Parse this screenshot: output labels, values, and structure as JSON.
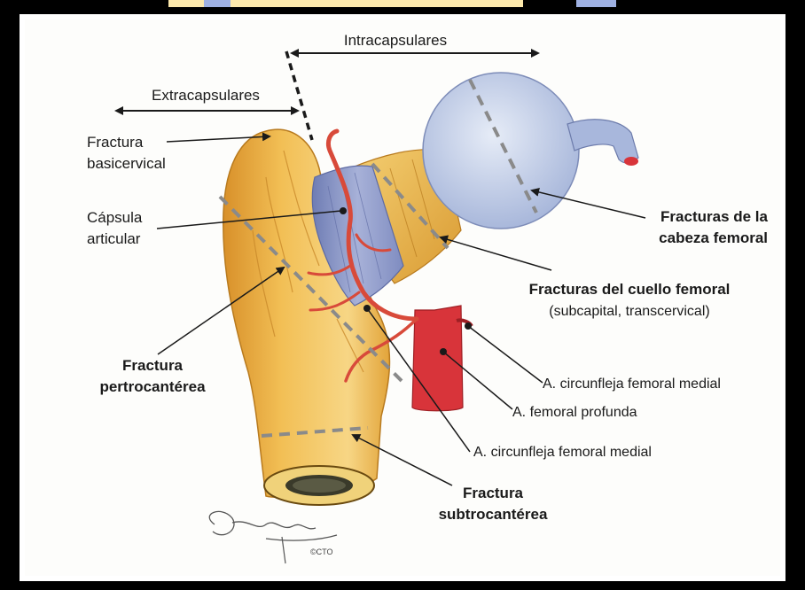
{
  "colors": {
    "frame": "#000000",
    "paper": "#fdfdfb",
    "bone_light": "#f7d27a",
    "bone_mid": "#efb548",
    "bone_dark": "#d68f25",
    "capsule": "#8f9ac8",
    "head": "#c9d3ea",
    "artery": "#d8343a",
    "dash": "#8a8a8a",
    "text": "#1a1a1a",
    "top_strip_yellow": "#fde9ac",
    "top_strip_blue": "#9fb1e2"
  },
  "ranges": {
    "intracapsular": "Intracapsulares",
    "extracapsular": "Extracapsulares"
  },
  "labels": {
    "basicervical": [
      "Fractura",
      "basicervical"
    ],
    "capsule": [
      "Cápsula",
      "articular"
    ],
    "pertrochanteric": [
      "Fractura",
      "pertrocantérea"
    ],
    "femoral_head": [
      "Fracturas de la",
      "cabeza femoral"
    ],
    "femoral_neck": [
      "Fracturas del cuello femoral",
      "(subcapital, transcervical)"
    ],
    "circumflex_upper": "A. circunfleja femoral medial",
    "profunda": "A.  femoral profunda",
    "circumflex_lower": "A. circunfleja femoral medial",
    "subtrochanteric": [
      "Fractura",
      "subtrocantérea"
    ],
    "copyright": "©CTO"
  },
  "icons": {
    "arrow": "arrow-head-icon",
    "pointer_dot": "pointer-dot-icon"
  }
}
